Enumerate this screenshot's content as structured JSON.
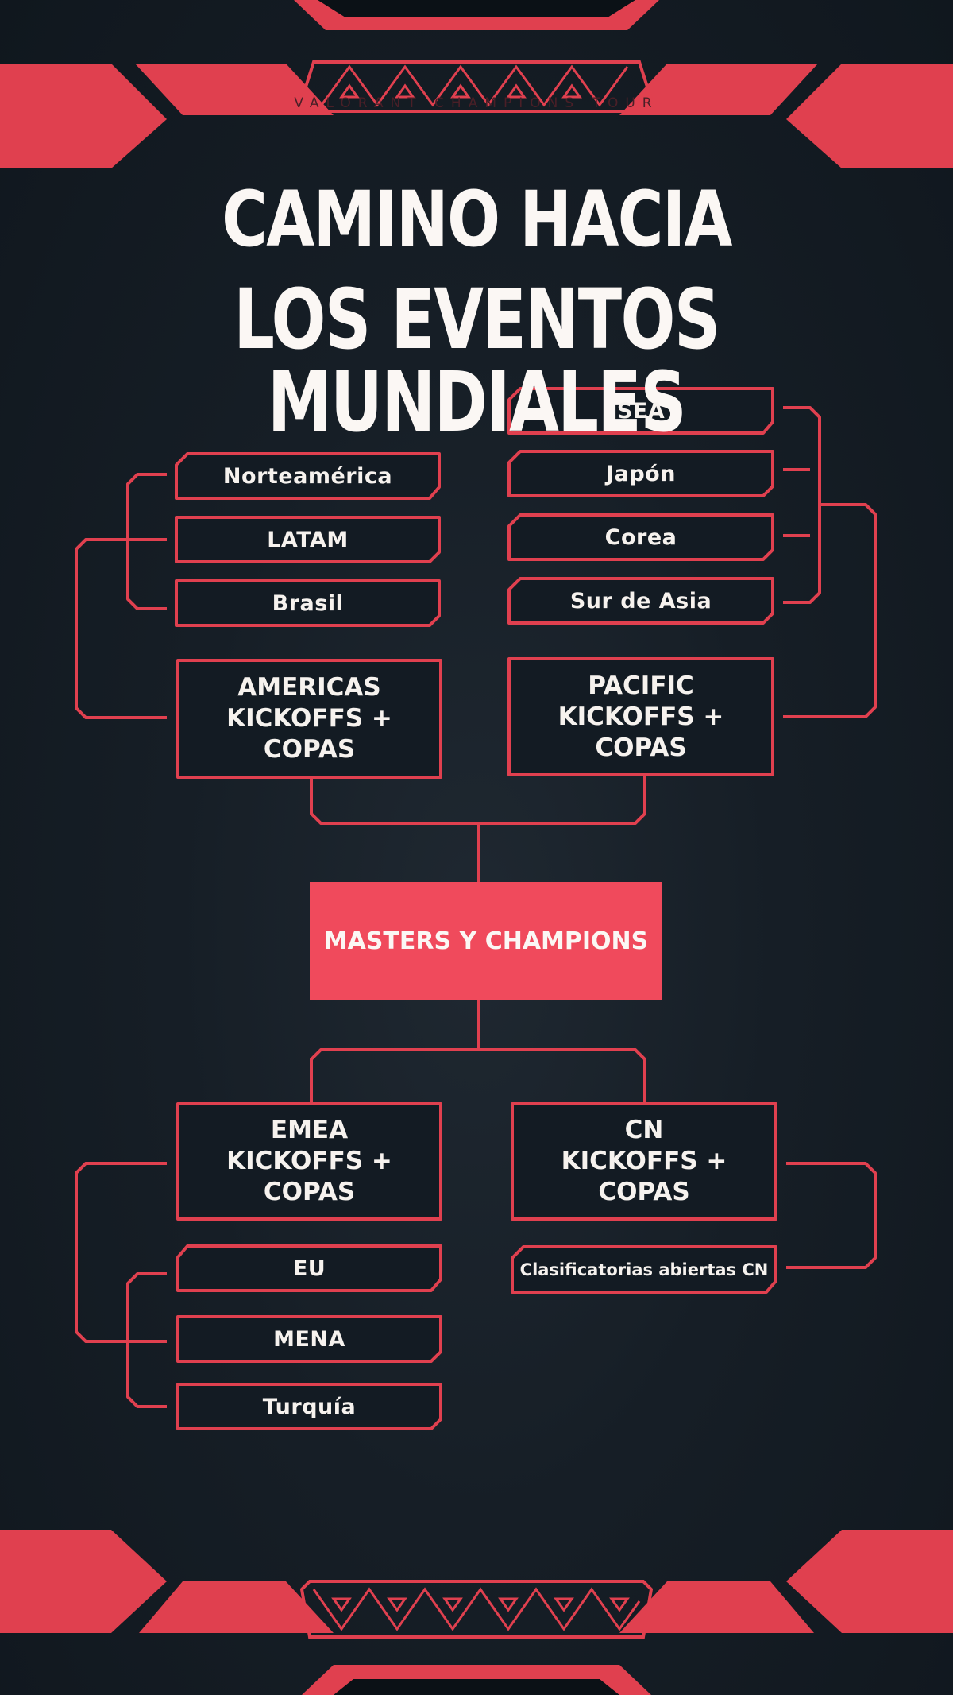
{
  "brand_text": "VALORANT CHAMPIONS TOUR",
  "title": {
    "line1": "CAMINO HACIA",
    "line2": "LOS EVENTOS MUNDIALES"
  },
  "colors": {
    "background": "#111921",
    "accent": "#e0404f",
    "masters_fill": "#f04a5c",
    "box_fill": "#131b23",
    "text": "#f6f2ee"
  },
  "americas": {
    "regions": [
      "Norteamérica",
      "LATAM",
      "Brasil"
    ],
    "hub": [
      "AMERICAS",
      "KICKOFFS + COPAS"
    ]
  },
  "pacific": {
    "regions": [
      "SEA",
      "Japón",
      "Corea",
      "Sur de Asia"
    ],
    "hub": [
      "PACIFIC",
      "KICKOFFS + COPAS"
    ]
  },
  "center": "MASTERS Y CHAMPIONS",
  "emea": {
    "hub": [
      "EMEA",
      "KICKOFFS + COPAS"
    ],
    "regions": [
      "EU",
      "MENA",
      "Turquía"
    ]
  },
  "cn": {
    "hub": [
      "CN",
      "KICKOFFS + COPAS"
    ],
    "regions": [
      "Clasificatorias abiertas CN"
    ]
  }
}
